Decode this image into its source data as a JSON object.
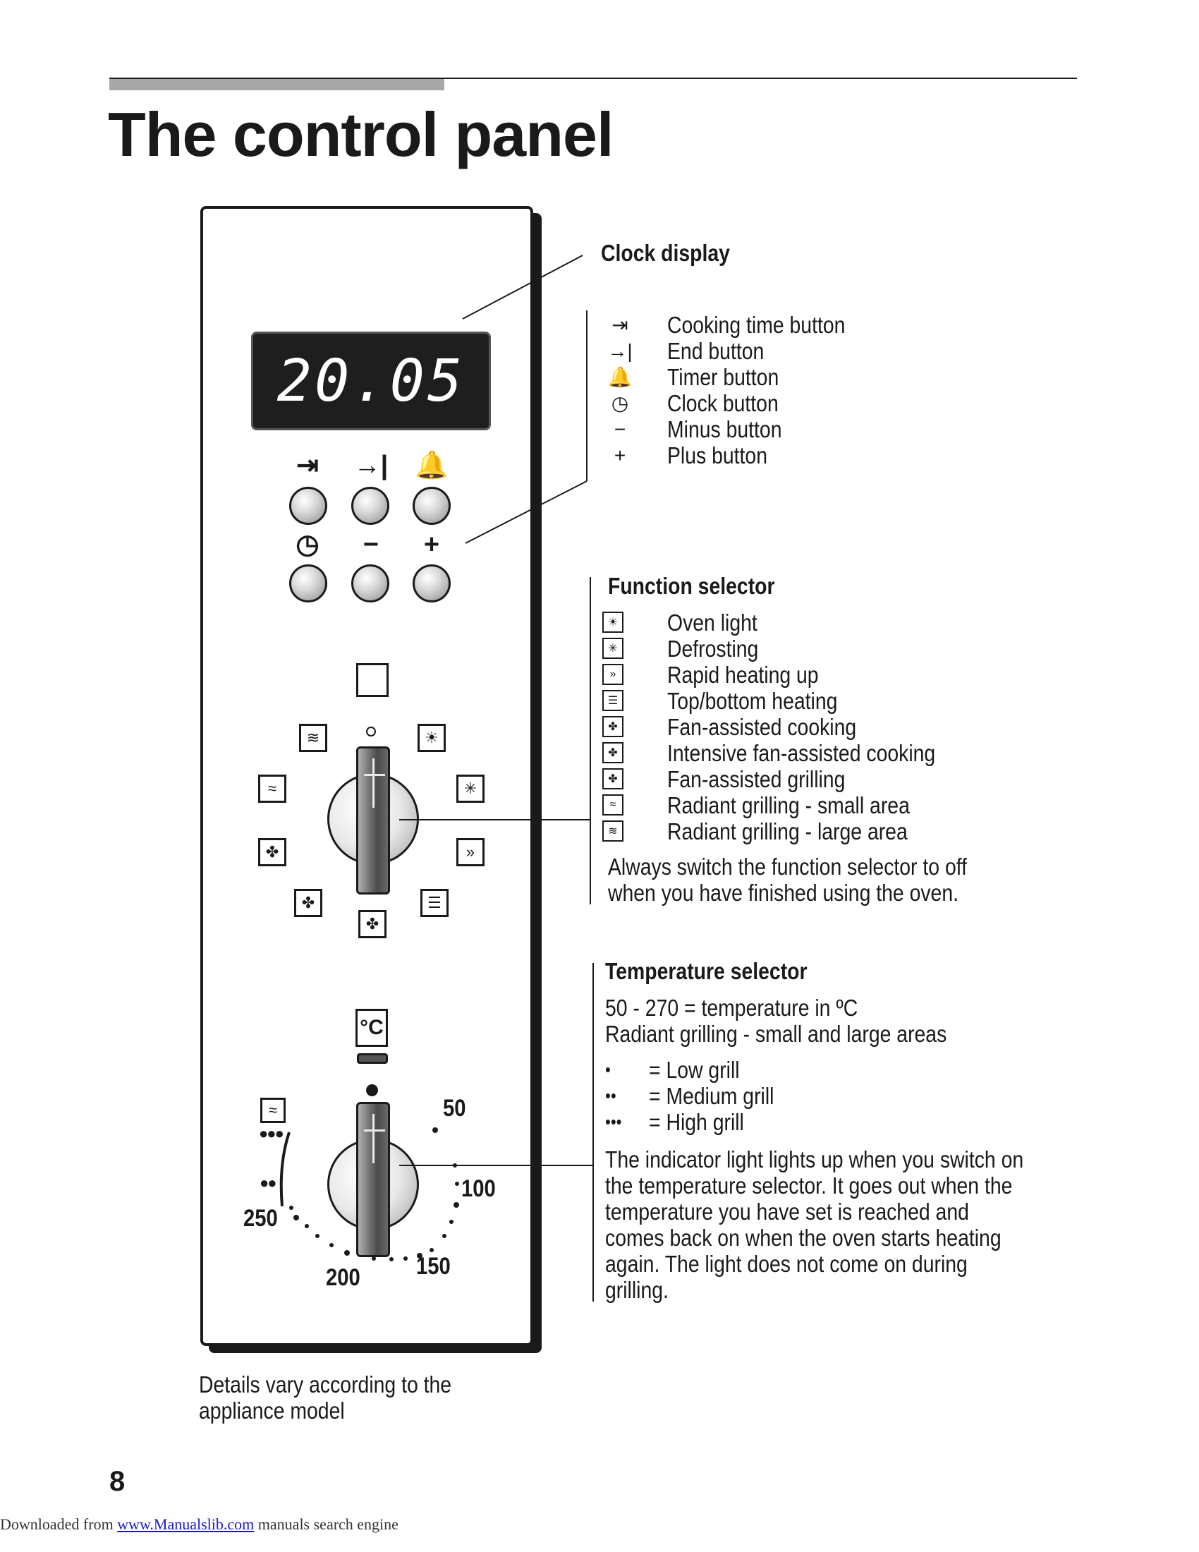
{
  "page": {
    "title": "The control panel",
    "page_number": "8",
    "caption": "Details vary according to the appliance model",
    "footer_prefix": "Downloaded from",
    "footer_link": "www.Manualslib.com",
    "footer_suffix": "manuals search engine"
  },
  "panel": {
    "display_value": "20.05",
    "button_symbols": [
      "⇥",
      "→|",
      "🔔",
      "◷",
      "−",
      "+"
    ],
    "temp_unit_label": "°C",
    "temp_ticks": [
      "50",
      "100",
      "150",
      "200",
      "250"
    ]
  },
  "clock": {
    "heading": "Clock display",
    "items": [
      {
        "icon": "⇥",
        "label": "Cooking time button",
        "icon_name": "cooking-time-icon"
      },
      {
        "icon": "→|",
        "label": "End button",
        "icon_name": "end-icon"
      },
      {
        "icon": "🔔",
        "label": "Timer button",
        "icon_name": "bell-icon"
      },
      {
        "icon": "◷",
        "label": "Clock button",
        "icon_name": "clock-icon"
      },
      {
        "icon": "−",
        "label": "Minus button",
        "icon_name": "minus-icon"
      },
      {
        "icon": "+",
        "label": "Plus button",
        "icon_name": "plus-icon"
      }
    ]
  },
  "function": {
    "heading": "Function selector",
    "items": [
      {
        "icon": "☀",
        "label": "Oven light"
      },
      {
        "icon": "✳",
        "label": "Defrosting"
      },
      {
        "icon": "»",
        "label": "Rapid heating up"
      },
      {
        "icon": "☰",
        "label": "Top/bottom  heating"
      },
      {
        "icon": "✤",
        "label": "Fan-assisted cooking"
      },
      {
        "icon": "✤",
        "label": "Intensive fan-assisted cooking"
      },
      {
        "icon": "✤",
        "label": "Fan-assisted  grilling"
      },
      {
        "icon": "≈",
        "label": "Radiant  grilling - small area"
      },
      {
        "icon": "≋",
        "label": "Radiant  grilling - large area"
      }
    ],
    "note_line1": "Always switch the function selector to off",
    "note_line2": "when you have finished using the oven."
  },
  "temperature": {
    "heading": "Temperature selector",
    "line1": "50 - 270 = temperature in ºC",
    "line2": "Radiant grilling - small and large areas",
    "grill_levels": [
      {
        "dots": "•",
        "label": "= Low grill"
      },
      {
        "dots": "••",
        "label": "= Medium grill"
      },
      {
        "dots": "•••",
        "label": "= High grill"
      }
    ],
    "note": [
      "The indicator light lights up when you switch on",
      "the temperature selector. It goes out when the",
      "temperature you have set is reached and",
      "comes back on when the oven starts heating",
      "again. The light does not come on during",
      "grilling."
    ]
  }
}
